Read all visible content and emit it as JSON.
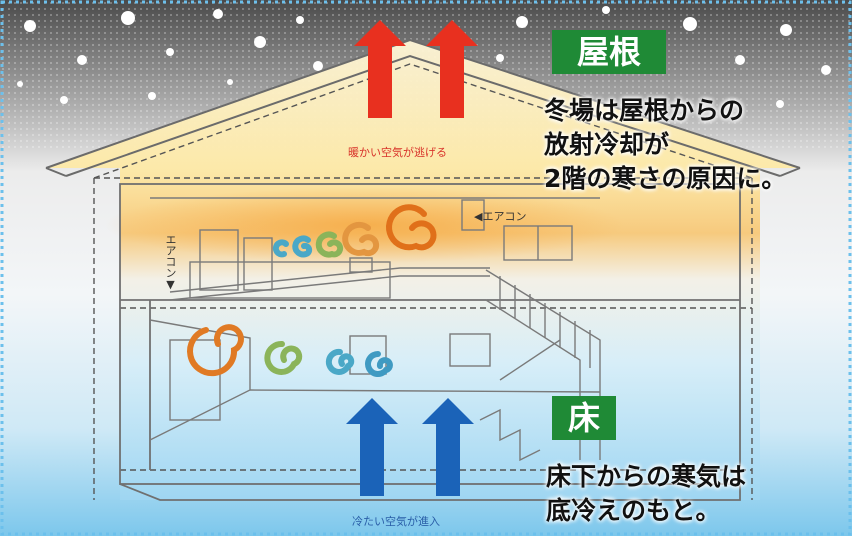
{
  "roof": {
    "label": "屋根",
    "lines": [
      "冬場は屋根からの",
      "放射冷却が",
      "2階の寒さの原因に。"
    ],
    "arrow_caption": "暖かい空気が逃げる"
  },
  "floor": {
    "label": "床",
    "lines": [
      "床下からの寒気は",
      "底冷えのもと。"
    ],
    "arrow_caption": "冷たい空気が進入"
  },
  "aircon_upper": "◀エアコン",
  "aircon_left": "エアコン▼",
  "colors": {
    "label_green": "#1f8a36",
    "warm_arrow": "#e8301f",
    "cold_arrow": "#1b63b8",
    "warm_caption": "#d8332a",
    "cold_caption": "#2a5fa8"
  }
}
